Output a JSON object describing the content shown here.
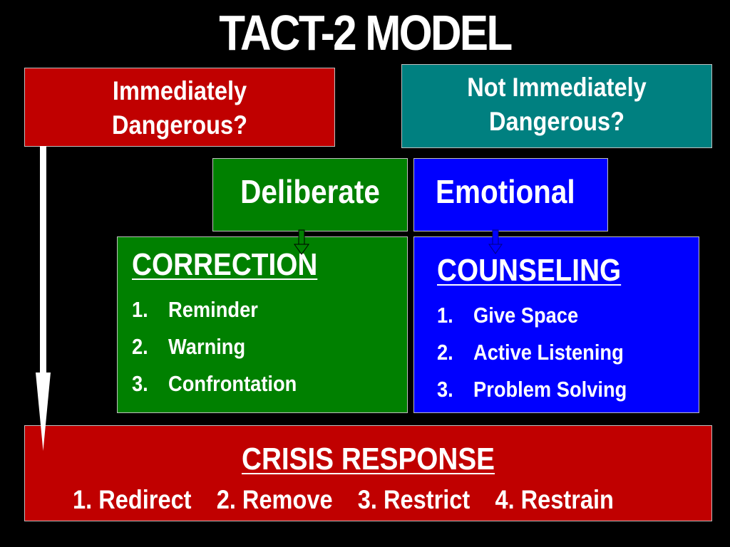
{
  "title": "TACT-2 MODEL",
  "colors": {
    "background": "#000000",
    "red": "#c00000",
    "teal": "#008080",
    "green": "#008000",
    "blue": "#0000ff",
    "text": "#ffffff"
  },
  "immediate": {
    "line1": "Immediately",
    "line2": "Dangerous?"
  },
  "not_immediate": {
    "line1": "Not Immediately",
    "line2": "Dangerous?"
  },
  "deliberate": "Deliberate",
  "emotional": "Emotional",
  "correction": {
    "heading": "CORRECTION",
    "items": [
      {
        "num": "1.",
        "label": "Reminder"
      },
      {
        "num": "2.",
        "label": "Warning"
      },
      {
        "num": "3.",
        "label": "Confrontation"
      }
    ]
  },
  "counseling": {
    "heading": "COUNSELING",
    "items": [
      {
        "num": "1.",
        "label": "Give Space"
      },
      {
        "num": "2.",
        "label": "Active Listening"
      },
      {
        "num": "3.",
        "label": "Problem Solving"
      }
    ]
  },
  "crisis": {
    "heading": "CRISIS RESPONSE",
    "steps": [
      "1. Redirect",
      "2. Remove",
      "3. Restrict",
      "4. Restrain"
    ]
  },
  "icons": {
    "long_arrow": "down-arrow-icon",
    "deliberate_arrow": "down-arrow-icon",
    "emotional_arrow": "down-arrow-icon"
  }
}
